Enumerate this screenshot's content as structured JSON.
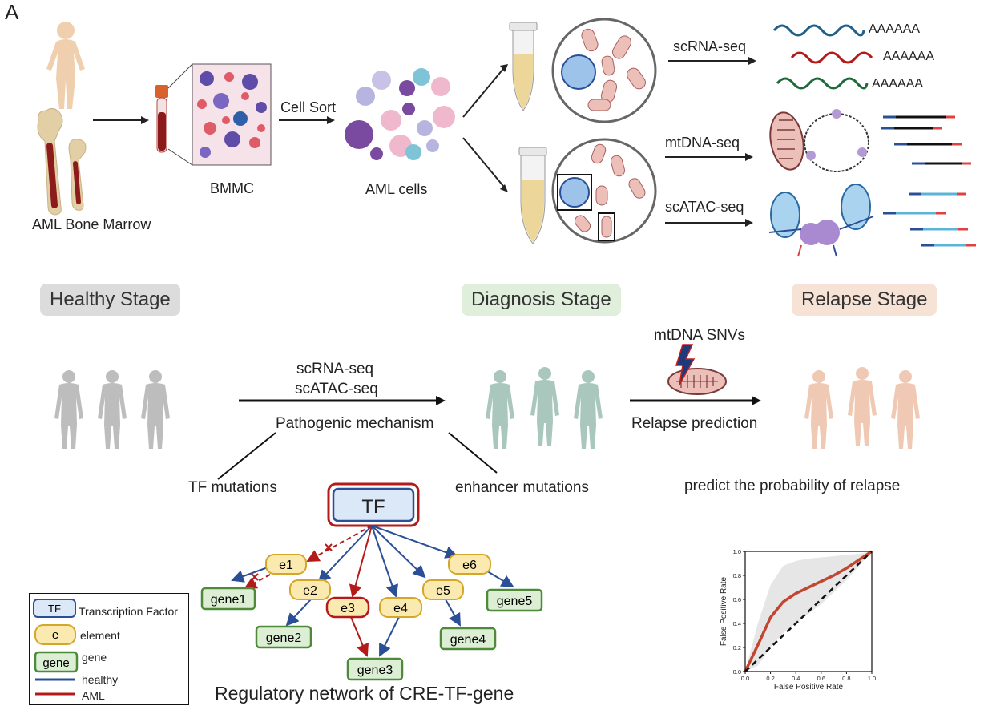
{
  "panel_label": "A",
  "top": {
    "bone_marrow_label": "AML Bone Marrow",
    "bmmc_label": "BMMC",
    "cell_sort_label": "Cell Sort",
    "aml_cells_label": "AML cells",
    "assays": {
      "scrna": "scRNA-seq",
      "mtdna": "mtDNA-seq",
      "scatac": "scATAC-seq"
    },
    "polya": "AAAAAA"
  },
  "stages": {
    "healthy": "Healthy Stage",
    "diagnosis": "Diagnosis Stage",
    "relapse": "Relapse Stage",
    "colors": {
      "healthy": "#dcdcdc",
      "diagnosis": "#e0efdc",
      "relapse": "#f7e3d6"
    }
  },
  "middle": {
    "arrow1_line1": "scRNA-seq",
    "arrow1_line2": "scATAC-seq",
    "pathogenic": "Pathogenic mechanism",
    "mtdna_snvs": "mtDNA SNVs",
    "relapse_prediction": "Relapse prediction",
    "tf_mutations": "TF mutations",
    "enhancer_mutations": "enhancer mutations",
    "predict_text": "predict the probability of relapse"
  },
  "network": {
    "tf": "TF",
    "elements": [
      "e1",
      "e2",
      "e3",
      "e4",
      "e5",
      "e6"
    ],
    "genes": [
      "gene1",
      "gene2",
      "gene3",
      "gene4",
      "gene5"
    ],
    "title": "Regulatory network of CRE-TF-gene",
    "colors": {
      "healthy": "#2b4f96",
      "aml": "#b31b1b",
      "element_fill": "#fbeab0",
      "element_stroke": "#d4a62a",
      "gene_fill": "#dcefd5",
      "gene_stroke": "#4e8a3a",
      "tf_fill": "#dbe8f7"
    }
  },
  "legend": {
    "tf_box": "TF",
    "tf_text": "Transcription Factor",
    "e_box": "e",
    "e_text": "element",
    "gene_box": "gene",
    "gene_text": "gene",
    "healthy_text": "healthy",
    "aml_text": "AML"
  },
  "chart_data": {
    "type": "line",
    "title": "",
    "xlabel": "False Positive Rate",
    "ylabel": "False Positive Rate",
    "xlim": [
      0.0,
      1.0
    ],
    "ylim": [
      0.0,
      1.0
    ],
    "xticks": [
      "0.0",
      "0.2",
      "0.4",
      "0.6",
      "0.8",
      "1.0"
    ],
    "yticks": [
      "0.0",
      "0.2",
      "0.4",
      "0.6",
      "0.8",
      "1.0"
    ],
    "series": [
      {
        "name": "",
        "style": "solid",
        "color": "#c4452f",
        "x": [
          0.0,
          0.1,
          0.2,
          0.3,
          0.4,
          0.5,
          0.6,
          0.7,
          0.8,
          0.9,
          1.0
        ],
        "y": [
          0.0,
          0.22,
          0.45,
          0.58,
          0.65,
          0.7,
          0.75,
          0.8,
          0.86,
          0.93,
          1.0
        ]
      },
      {
        "name": "",
        "style": "dashed",
        "color": "#111111",
        "x": [
          0.0,
          1.0
        ],
        "y": [
          0.0,
          1.0
        ]
      }
    ],
    "band": {
      "color": "#e6e6e6",
      "x": [
        0.0,
        0.1,
        0.2,
        0.3,
        0.4,
        0.5,
        0.6,
        0.7,
        0.8,
        0.9,
        1.0
      ],
      "upper": [
        0.0,
        0.4,
        0.72,
        0.88,
        0.92,
        0.94,
        0.95,
        0.96,
        0.97,
        0.98,
        1.0
      ],
      "lower": [
        0.0,
        0.05,
        0.2,
        0.32,
        0.4,
        0.48,
        0.56,
        0.66,
        0.76,
        0.88,
        1.0
      ]
    },
    "grid": false
  }
}
